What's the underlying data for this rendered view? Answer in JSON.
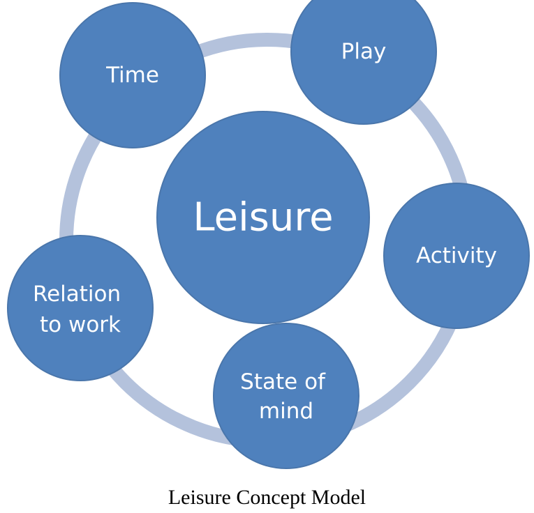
{
  "diagram": {
    "center": {
      "label": "Leisure"
    },
    "nodes": [
      {
        "id": "time",
        "lines": [
          "Time"
        ]
      },
      {
        "id": "play",
        "lines": [
          "Play"
        ]
      },
      {
        "id": "activity",
        "lines": [
          "Activity"
        ]
      },
      {
        "id": "state-of-mind",
        "lines": [
          "State of",
          "mind"
        ]
      },
      {
        "id": "relation-to-work",
        "lines": [
          "Relation",
          "to work"
        ]
      }
    ],
    "colors": {
      "circle_fill": "#4f81bd",
      "circle_stroke": "#4a76ab",
      "ring": "#b4c2dc",
      "label": "#ffffff"
    }
  },
  "caption": "Leisure Concept Model"
}
